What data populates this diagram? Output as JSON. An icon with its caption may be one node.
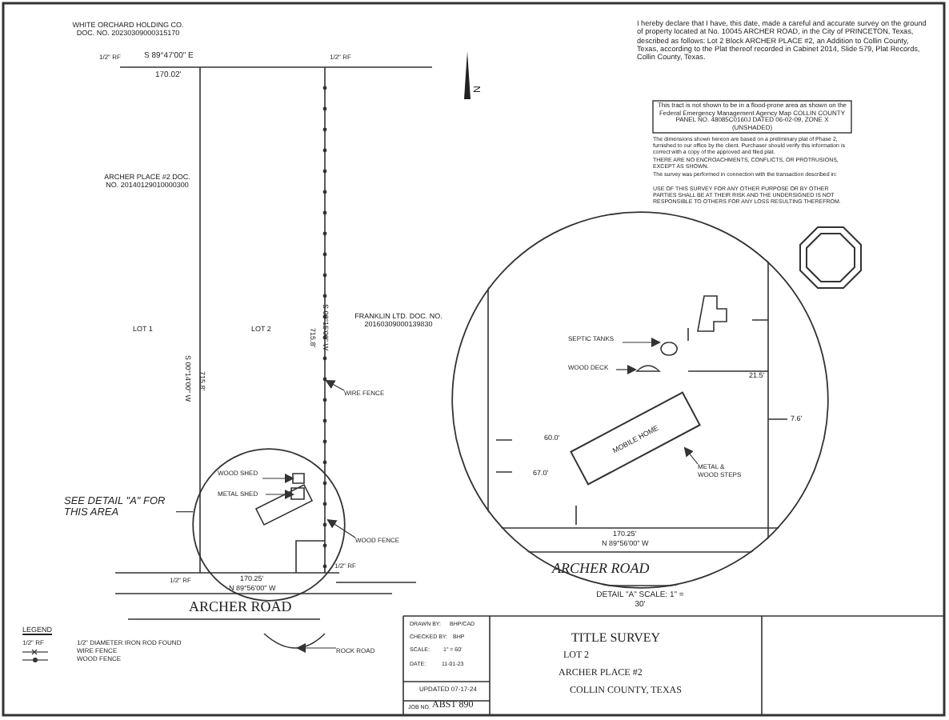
{
  "diagram": {
    "title": "TITLE SURVEY",
    "nodes": [
      {
        "text": [
          "SEE DETAIL \"A\" FOR THIS AREA"
        ]
      },
      {
        "text": [],
        "shape": "circle"
      },
      {
        "text": [
          "WOOD SHED"
        ],
        "in": 1
      },
      {
        "text": [
          "METAL SHED"
        ],
        "in": 1
      },
      {
        "text": [
          "WIRE FENCE"
        ]
      },
      {
        "text": [
          "WOOD FENCE"
        ]
      },
      {
        "text": [
          "ROCK ROAD"
        ]
      },
      {
        "text": [],
        "shape": "circle",
        "beside": [
          "DETAIL \"A\" SCALE: 1\" = 30'"
        ]
      },
      {
        "text": [
          "SEPTIC TANKS"
        ],
        "in": 7
      },
      {
        "text": [
          "WOOD DECK"
        ],
        "in": 7
      },
      {
        "text": [
          "MOBILE HOME"
        ],
        "in": 7
      },
      {
        "text": [
          "METAL & WOOD STEPS"
        ],
        "in": 7
      }
    ],
    "edges": [
      {
        "from": 0,
        "to": 1,
        "arrow": "none"
      },
      {
        "from": 2,
        "to": null,
        "arrow": "to"
      },
      {
        "from": 3,
        "to": null,
        "arrow": "to"
      },
      {
        "from": 4,
        "to": null,
        "arrow": "to"
      },
      {
        "from": 5,
        "to": null,
        "arrow": "to"
      },
      {
        "from": 6,
        "to": null,
        "arrow": "to"
      },
      {
        "from": 8,
        "to": null,
        "arrow": "to"
      },
      {
        "from": 9,
        "to": null,
        "arrow": "to"
      },
      {
        "from": 11,
        "to": null,
        "arrow": "to"
      }
    ],
    "labels": [
      "WHITE ORCHARD HOLDING CO. DOC. NO. 20230309000315170",
      "S 89°47'00\" E",
      "170.02'",
      "1/2\" RF",
      "1/2\" RF",
      "ARCHER PLACE #2 DOC. NO. 20140129010000300",
      "S 00°14'00\" W",
      "715.8'",
      "LOT 1",
      "LOT 2",
      "715.8'",
      "S 00°15'00\" W",
      "FRANKLIN LTD. DOC. NO. 20160309000139830",
      "170.25'",
      "N 89°56'00\" W",
      "ARCHER ROAD",
      "1/2\" RF",
      "1/2\" RF",
      "N",
      "I hereby declare that I have, this date, made a careful and accurate survey on the ground of property located at No. 10045 ARCHER ROAD, in the City of PRINCETON, Texas, described as follows: Lot 2 Block ARCHER PLACE #2, an Addition to Collin County, Texas, according to the Plat thereof recorded in Cabinet 2014, Slide 579, Plat Records, Collin County, Texas.",
      "This tract is not shown to be in a flood-prone area as shown on the Federal Emergency Management Agency Map COLLIN COUNTY PANEL NO. 48085C0160J DATED 06-02-09, ZONE X (UNSHADED)",
      "The dimensions shown hereon are based on a preliminary plat of Phase 2, furnished to our office by the client. Purchaser should verify this information is correct with a copy of the approved and filed plat.",
      "THERE ARE NO ENCROACHMENTS, CONFLICTS, OR PROTRUSIONS, EXCEPT AS SHOWN.",
      "The survey was performed in connection with the transaction described in:",
      "USE OF THIS SURVEY FOR ANY OTHER PURPOSE OR BY OTHER PARTIES SHALL BE AT THEIR RISK AND THE UNDERSIGNED IS NOT RESPONSIBLE TO OTHERS FOR ANY LOSS RESULTING THEREFROM.",
      "60.0'",
      "67.0'",
      "7.6'",
      "21.5'",
      "170.25'",
      "N 89°56'00\" W",
      "ARCHER ROAD",
      "LEGEND",
      "1/2\" RF",
      "DRAWN BY:",
      "BHP/CAD",
      "CHECKED BY:",
      "BHP",
      "SCALE:",
      "1\" = 60'",
      "DATE:",
      "11-01-23",
      "UPDATED 07-17-24",
      "JOB NO.",
      "ABST 890",
      "LOT 2",
      "ARCHER PLACE #2",
      "COLLIN COUNTY, TEXAS"
    ],
    "legend": [
      {
        "text": "1/2\" DIAMETER IRON ROD FOUND"
      },
      {
        "text": "WIRE FENCE"
      },
      {
        "text": "WOOD FENCE"
      }
    ]
  }
}
